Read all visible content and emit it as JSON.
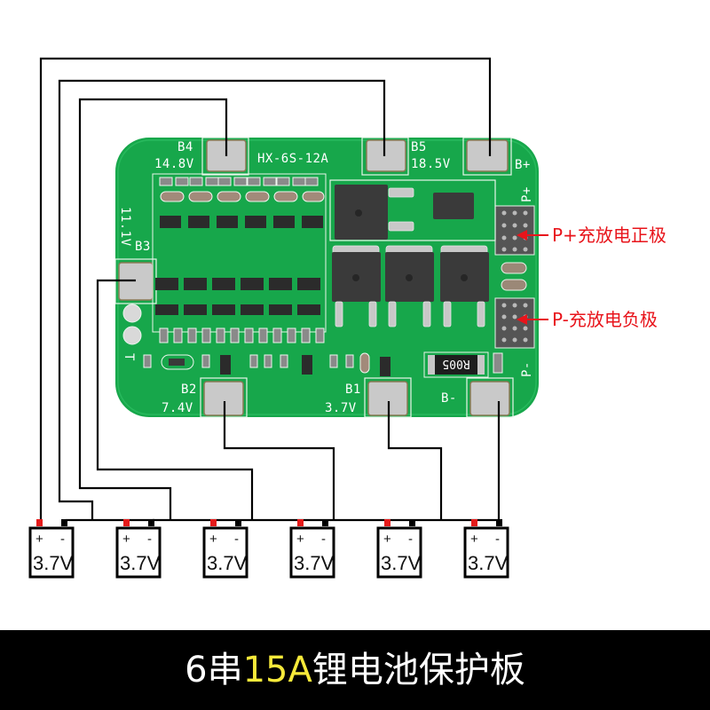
{
  "board": {
    "model": "HX-6S-12A",
    "pcb_color": "#16a84a",
    "pads": {
      "B4": {
        "name": "B4",
        "voltage": "14.8V"
      },
      "B5": {
        "name": "B5",
        "voltage": "18.5V"
      },
      "B3": {
        "name": "B3",
        "voltage": "11.1V"
      },
      "B2": {
        "name": "B2",
        "voltage": "7.4V"
      },
      "B1": {
        "name": "B1",
        "voltage": "3.7V"
      },
      "B_minus": {
        "name": "B-"
      },
      "B_plus": {
        "name": "B+"
      }
    },
    "silk_p_plus": "P+",
    "silk_p_minus": "P-",
    "silk_t": "T",
    "resistor_code": "R005"
  },
  "annotations": {
    "p_plus": "P+充放电正极",
    "p_minus": "P-充放电负极",
    "arrow_color": "#e8141b"
  },
  "batteries": [
    {
      "plus": "+",
      "minus": "-",
      "voltage": "3.7V"
    },
    {
      "plus": "+",
      "minus": "-",
      "voltage": "3.7V"
    },
    {
      "plus": "+",
      "minus": "-",
      "voltage": "3.7V"
    },
    {
      "plus": "+",
      "minus": "-",
      "voltage": "3.7V"
    },
    {
      "plus": "+",
      "minus": "-",
      "voltage": "3.7V"
    },
    {
      "plus": "+",
      "minus": "-",
      "voltage": "3.7V"
    }
  ],
  "footer": {
    "prefix": "6串 ",
    "highlight": "15A",
    "suffix": "锂电池保护板",
    "highlight_color": "#f6e93a"
  }
}
